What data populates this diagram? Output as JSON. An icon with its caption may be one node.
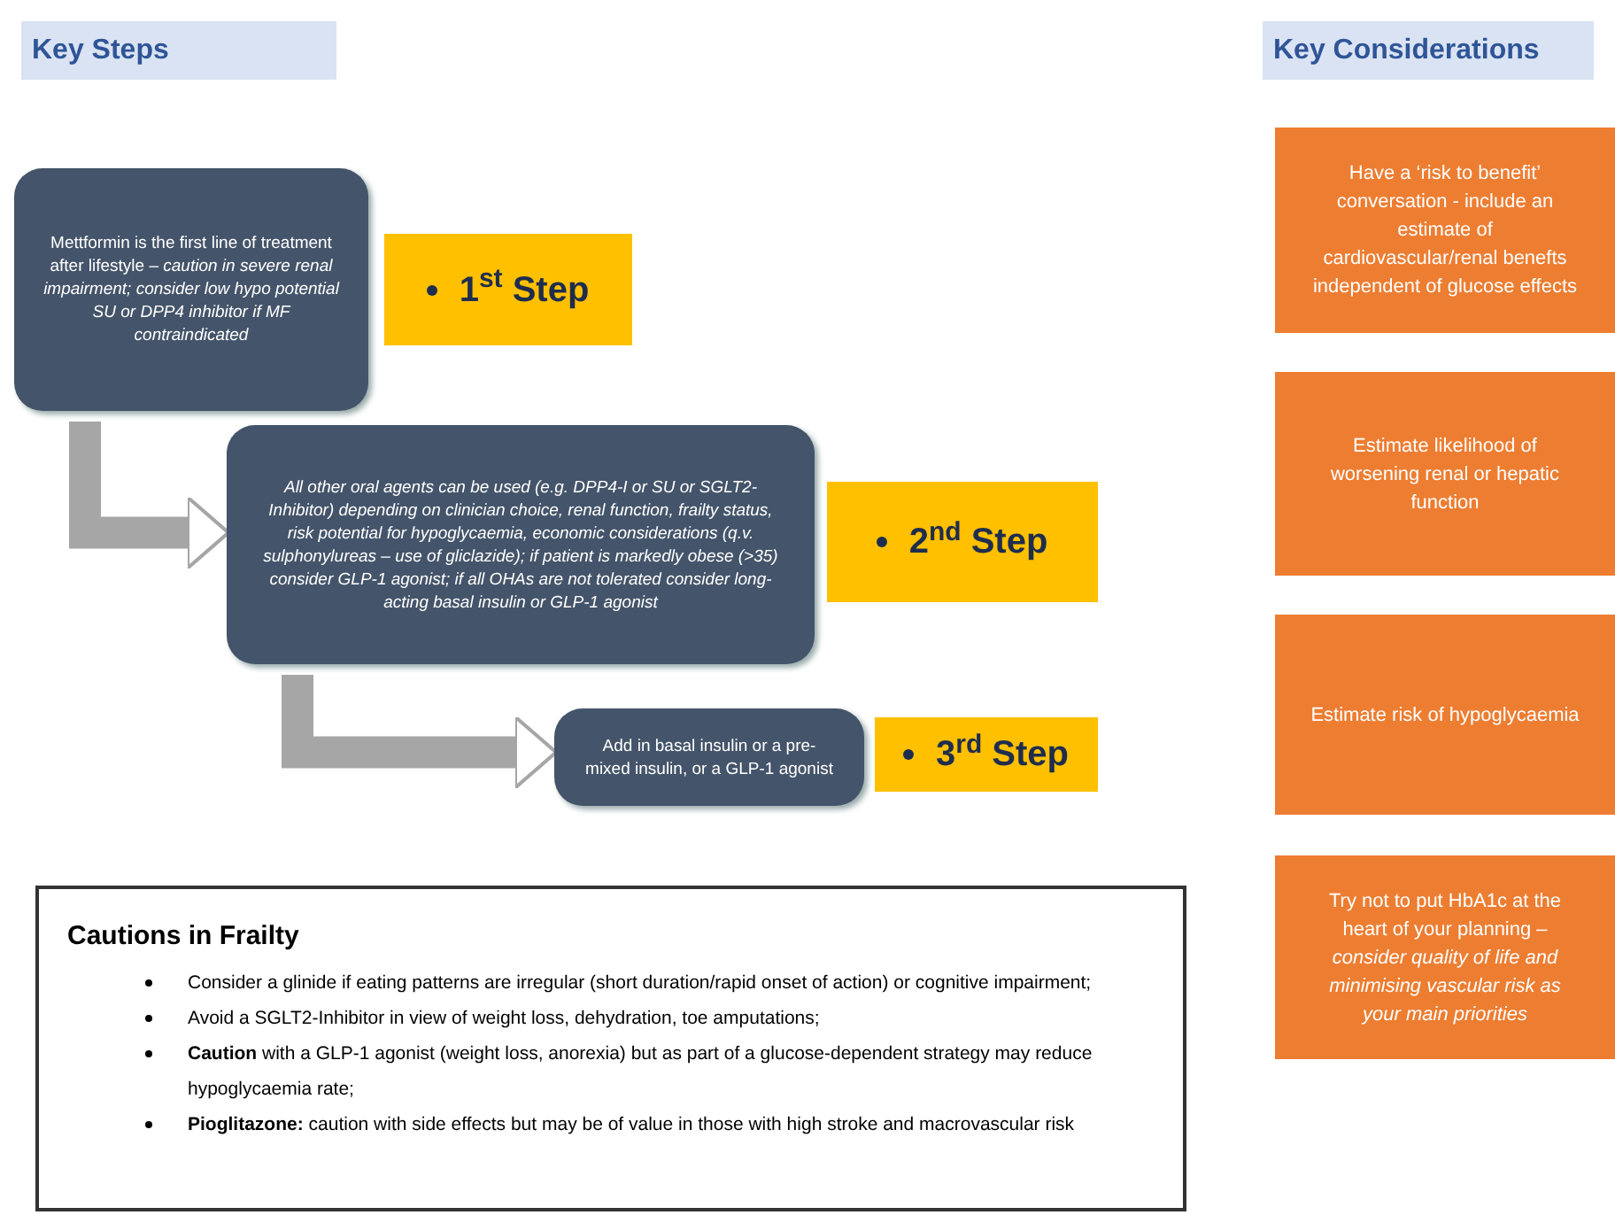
{
  "diagram": {
    "nodes": [
      {
        "text": [
          "Mettformin is the first line of treatment after lifestyle – *caution in severe renal impairment; consider low hypo potential SU or DPP4 inhibitor if MF contraindicated*"
        ]
      },
      {
        "text": [
          "1$^{st}$ Step"
        ]
      },
      {
        "text": [
          "All other oral agents can be used (e.g. DPP4-I or SU or SGLT2-Inhibitor) depending on clinician choice, renal function, frailty status, risk potential for hypoglycaemia, economic considerations (q.v. sulphonylureas – use of gliclazide); if patient is markedly obese (>35) consider GLP-1 agonist; if all OHAs are not tolerated consider long-acting basal insulin or GLP-1 agonist"
        ]
      },
      {
        "text": [
          "2$^{nd}$ Step"
        ]
      },
      {
        "text": [
          "Add in basal insulin or a pre-mixed insulin, or a GLP-1 agonist"
        ]
      },
      {
        "text": [
          "3$^{rd}$ Step"
        ]
      },
      {
        "text": [
          "Have a ‘risk to benefit’ conversation - include an estimate of cardiovascular/renal benefts independent of glucose effects"
        ]
      },
      {
        "text": [
          "Estimate likelihood of worsening renal or hepatic function"
        ]
      },
      {
        "text": [
          "Estimate risk of hypoglycaemia"
        ]
      },
      {
        "text": [
          "Try not to put HbA1c at the heart of your planning – *consider quality of life and minimising vascular risk as your main priorities*"
        ]
      },
      {
        "text": [
          "Cautions in Frailty",
          "Consider a glinide if eating patterns are irregular (short duration/rapid onset of action) or cognitive impairment;",
          "Avoid a SGLT2-Inhibitor in  view of weight loss, dehydration, toe amputations;",
          "**Caution** with a GLP-1 agonist (weight loss, anorexia) but as part of a glucose-dependent  strategy may reduce hypoglycaemia rate;",
          "**Pioglitazone:** caution with  side effects but may be of value in those with high stroke and macrovascular risk"
        ]
      }
    ],
    "edges": [
      {
        "from": 0,
        "to": 2,
        "arrow": "to"
      },
      {
        "from": 2,
        "to": 4,
        "arrow": "to"
      }
    ],
    "labels": [
      "Key Steps",
      "Key Considerations"
    ]
  }
}
